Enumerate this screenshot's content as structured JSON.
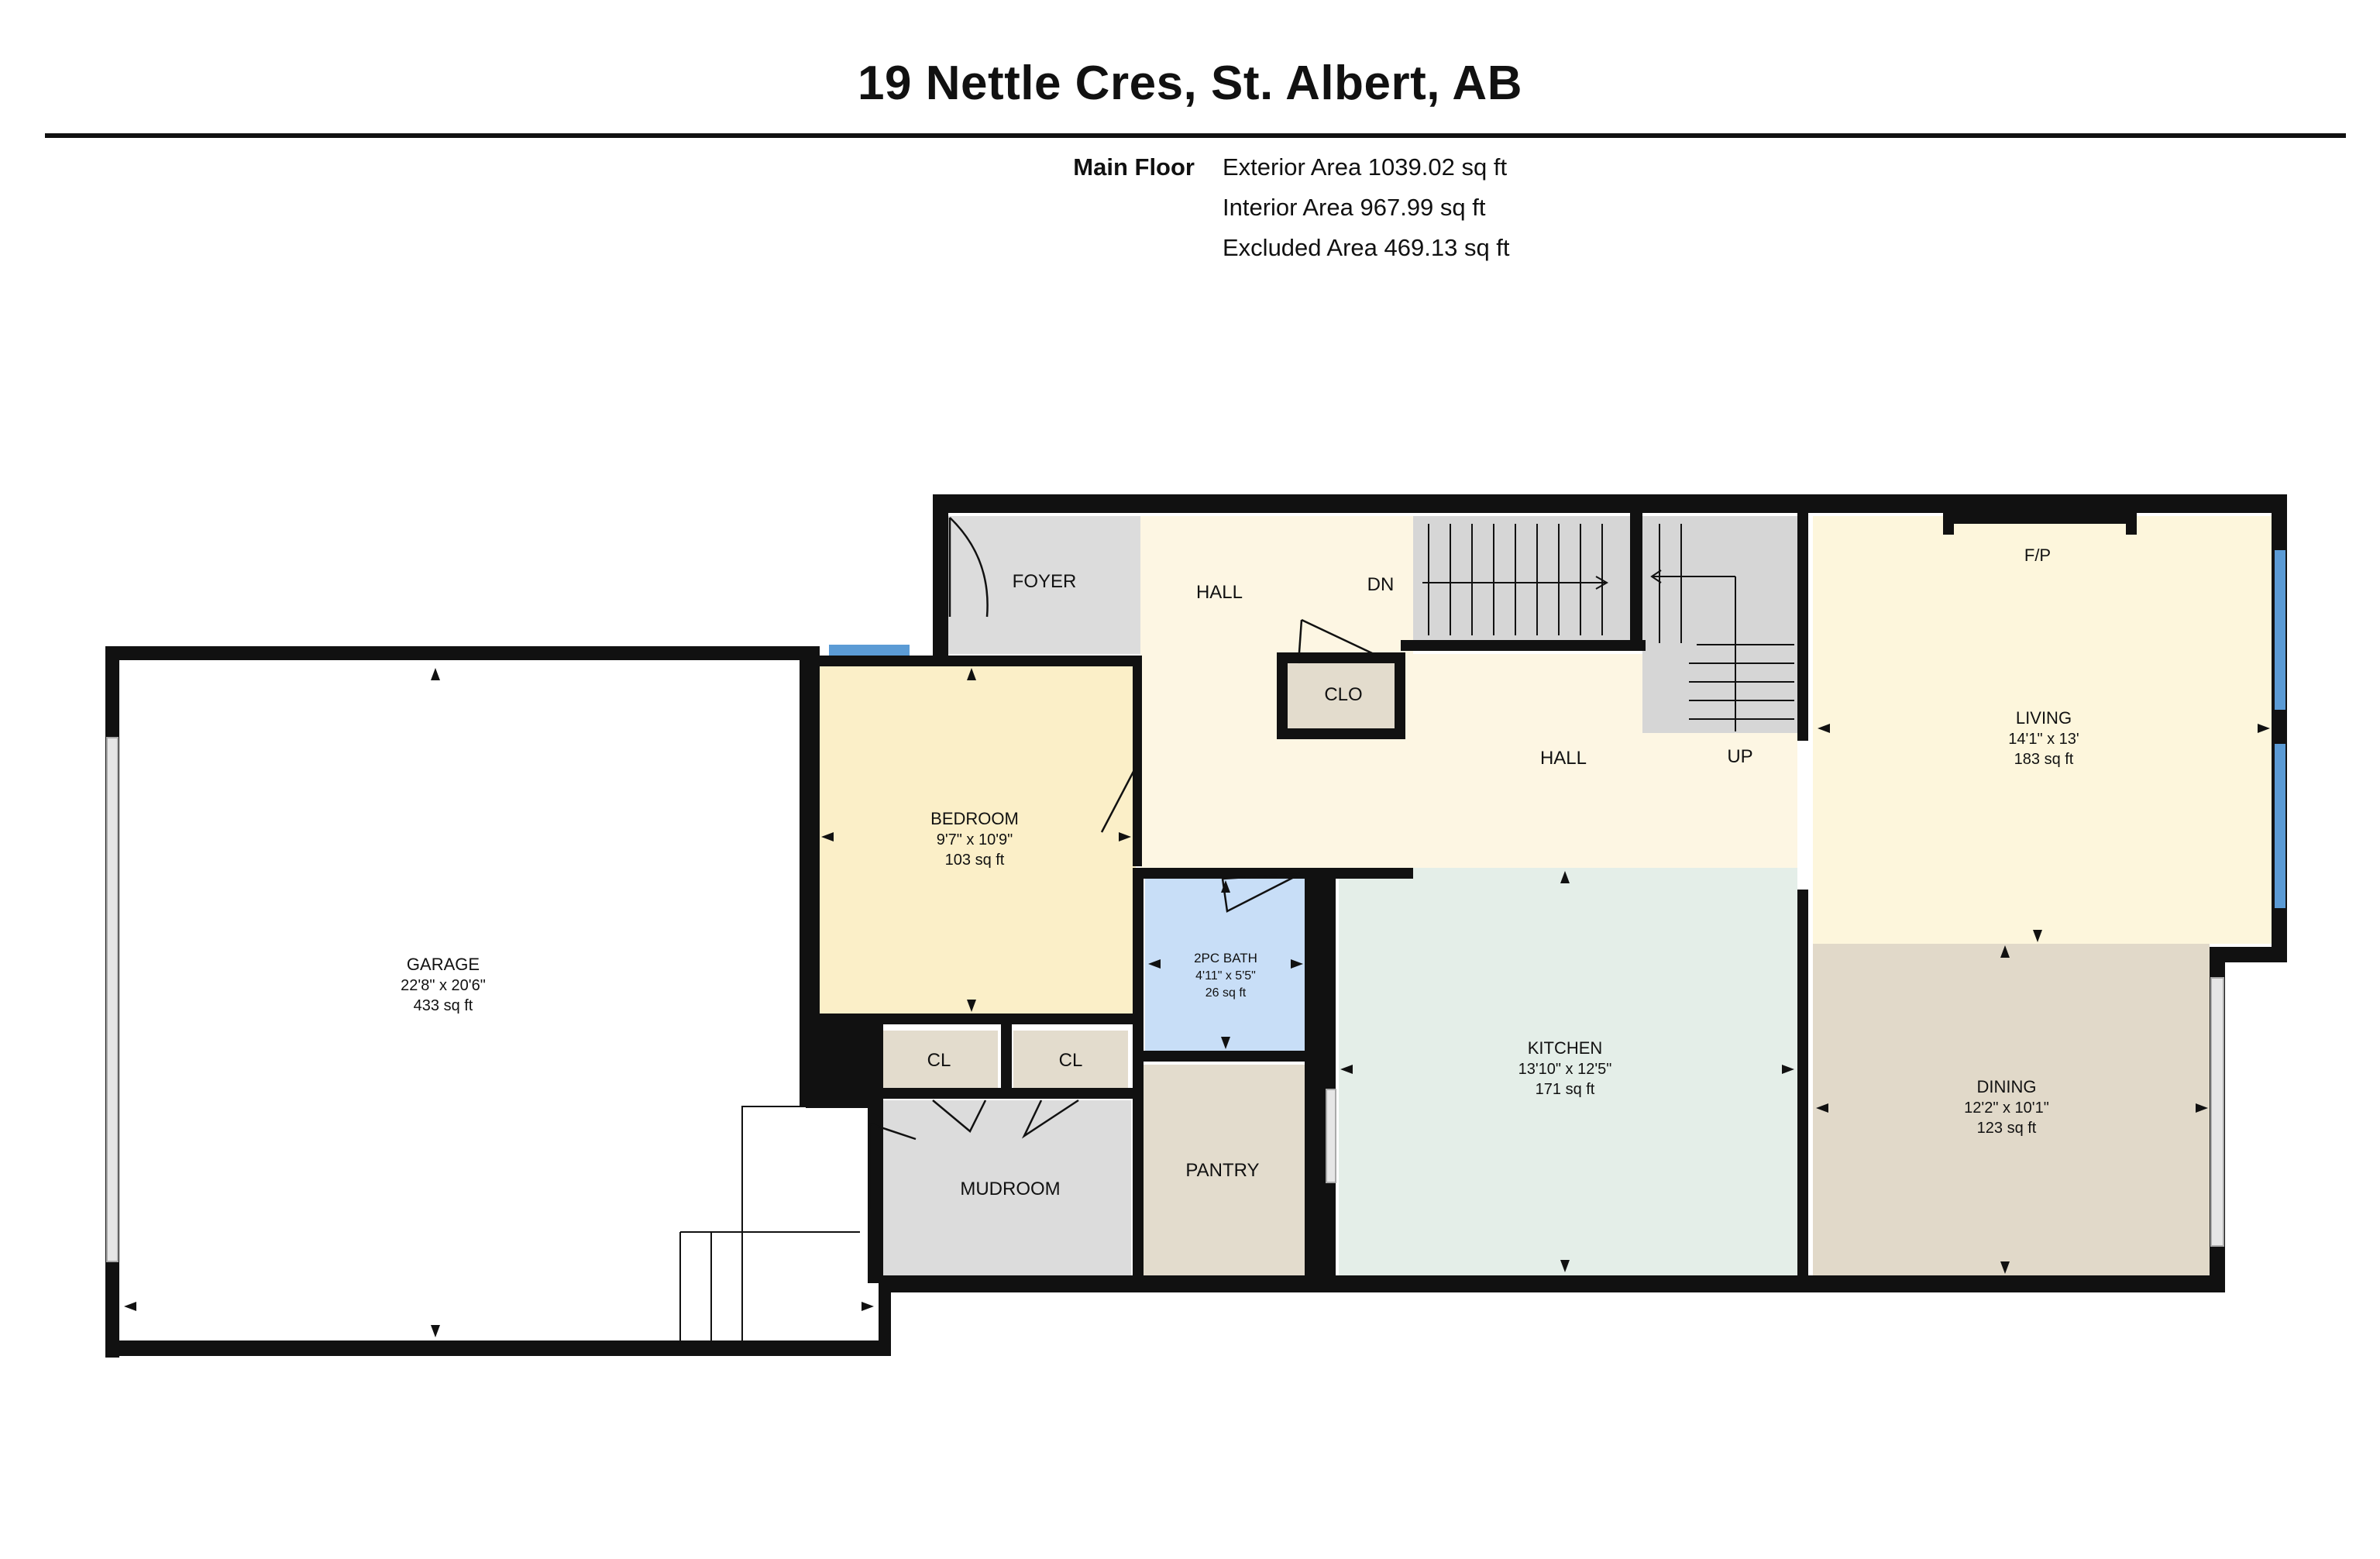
{
  "title": "19 Nettle Cres, St. Albert, AB",
  "floor": {
    "label": "Main Floor",
    "exterior_area": "Exterior Area 1039.02 sq ft",
    "interior_area": "Interior Area 967.99 sq ft",
    "excluded_area": "Excluded Area 469.13 sq ft"
  },
  "rooms": {
    "garage": {
      "name": "GARAGE",
      "dims": "22'8\" x 20'6\"",
      "area": "433 sq ft",
      "color": "#ffffff"
    },
    "foyer": {
      "name": "FOYER",
      "color": "#dcdcdc"
    },
    "hall_top": {
      "name": "HALL",
      "color": "#fdf6e3"
    },
    "dn": {
      "name": "DN"
    },
    "clo": {
      "name": "CLO",
      "color": "#e3dccd"
    },
    "hall_mid": {
      "name": "HALL"
    },
    "up": {
      "name": "UP"
    },
    "fp": {
      "name": "F/P"
    },
    "living": {
      "name": "LIVING",
      "dims": "14'1\" x 13'",
      "area": "183 sq ft",
      "color": "#fdf6dc"
    },
    "bedroom": {
      "name": "BEDROOM",
      "dims": "9'7\" x 10'9\"",
      "area": "103 sq ft",
      "color": "#fbefc8"
    },
    "bath": {
      "name": "2PC BATH",
      "dims": "4'11\" x 5'5\"",
      "area": "26 sq ft",
      "color": "#c8def7"
    },
    "kitchen": {
      "name": "KITCHEN",
      "dims": "13'10\" x 12'5\"",
      "area": "171 sq ft",
      "color": "#e4eee8"
    },
    "dining": {
      "name": "DINING",
      "dims": "12'2\" x 10'1\"",
      "area": "123 sq ft",
      "color": "#e1d9c9"
    },
    "cl1": {
      "name": "CL",
      "color": "#e3dccd"
    },
    "cl2": {
      "name": "CL",
      "color": "#e3dccd"
    },
    "mudroom": {
      "name": "MUDROOM",
      "color": "#dcdcdc"
    },
    "pantry": {
      "name": "PANTRY",
      "color": "#e3dccd"
    }
  },
  "colors": {
    "wall": "#111111",
    "window": "#5b9bd5",
    "stair": "#d6d6d6"
  }
}
